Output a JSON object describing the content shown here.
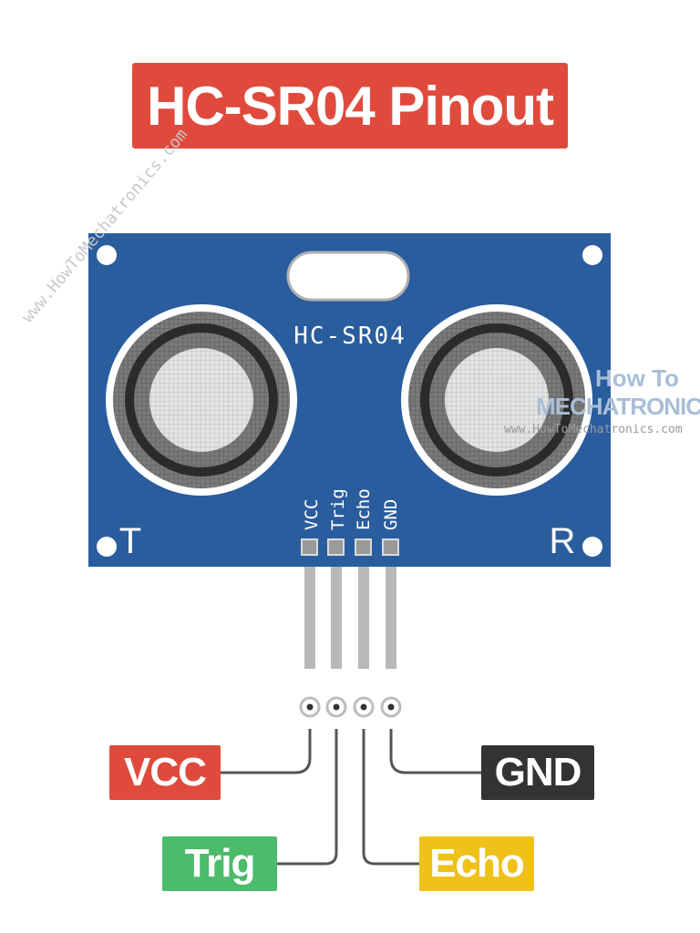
{
  "title": "HC-SR04 Pinout",
  "board": {
    "model_label": "HC-SR04",
    "transmitter_label": "T",
    "receiver_label": "R",
    "pins": [
      "VCC",
      "Trig",
      "Echo",
      "GND"
    ]
  },
  "pin_labels": {
    "vcc": "VCC",
    "trig": "Trig",
    "echo": "Echo",
    "gnd": "GND"
  },
  "watermark": {
    "brand_line1": "How To",
    "brand_line2": "MECHATRONICS",
    "url": "www.HowToMechatronics.com"
  },
  "colors": {
    "title": "#e04a3c",
    "board": "#2a5d9e",
    "vcc": "#e04a3c",
    "gnd": "#333333",
    "trig": "#4cbb6a",
    "echo": "#efc11a"
  }
}
